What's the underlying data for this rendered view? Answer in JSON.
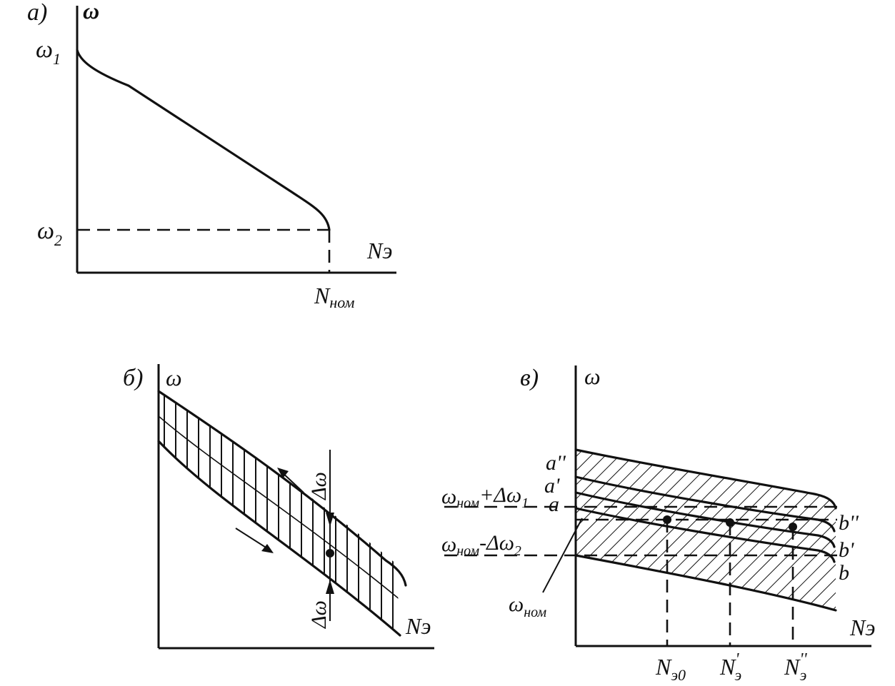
{
  "panel_a": {
    "tag": "a)",
    "y_axis": "ω",
    "x_axis": "Nэ",
    "omega_1": "ω",
    "omega_1_sub": "1",
    "omega_2": "ω",
    "omega_2_sub": "2",
    "n_nom": "N",
    "n_nom_sub": "ном"
  },
  "panel_b": {
    "tag": "б)",
    "y_axis": "ω",
    "x_axis": "Nэ",
    "delta_upper": "Δω",
    "delta_lower": "Δω"
  },
  "panel_v": {
    "tag": "в)",
    "y_axis": "ω",
    "x_axis": "Nэ",
    "upper_limit": {
      "base": "ω",
      "sub": "ном",
      "tail": "+Δω",
      "tail_sub": "1"
    },
    "lower_limit": {
      "base": "ω",
      "sub": "ном",
      "tail": "-Δω",
      "tail_sub": "2"
    },
    "nominal": {
      "base": "ω",
      "sub": "ном"
    },
    "curve_labels_left": [
      "a''",
      "a'",
      "a"
    ],
    "curve_labels_right": [
      "b''",
      "b'",
      "b"
    ],
    "x_ticks": [
      {
        "base": "N",
        "sub": "э0"
      },
      {
        "base": "N",
        "sub": "э",
        "sup": "'"
      },
      {
        "base": "N",
        "sub": "э",
        "sup": "''"
      }
    ]
  },
  "colors": {
    "ink": "#111111",
    "paper": "#ffffff"
  }
}
